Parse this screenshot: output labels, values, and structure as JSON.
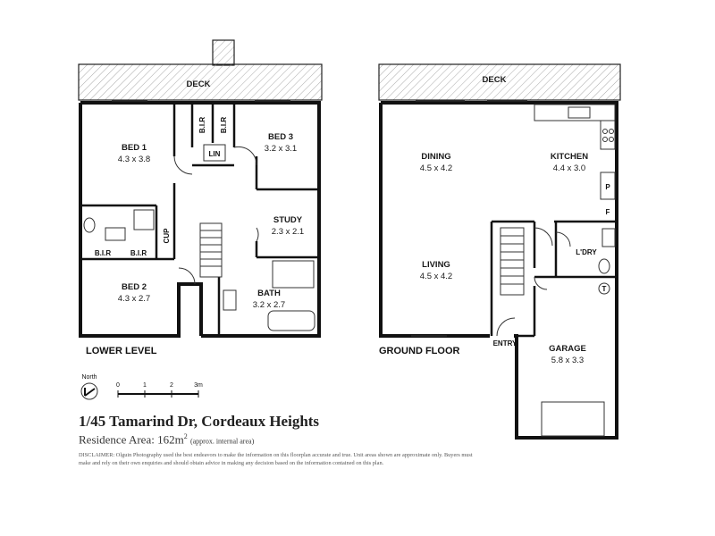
{
  "lower_level": {
    "heading": "LOWER LEVEL",
    "deck": "DECK",
    "rooms": [
      {
        "name": "BED 1",
        "size": "4.3 x 3.8"
      },
      {
        "name": "BED 3",
        "size": "3.2 x 3.1"
      },
      {
        "name": "STUDY",
        "size": "2.3 x 2.1"
      },
      {
        "name": "BED 2",
        "size": "4.3 x 2.7"
      },
      {
        "name": "BATH",
        "size": "3.2 x 2.7"
      }
    ],
    "small_labels": [
      "B.I.R",
      "B.I.R",
      "LIN",
      "CUP",
      "B.I.R",
      "B.I.R"
    ]
  },
  "ground_floor": {
    "heading": "GROUND FLOOR",
    "deck": "DECK",
    "rooms": [
      {
        "name": "DINING",
        "size": "4.5 x 4.2"
      },
      {
        "name": "KITCHEN",
        "size": "4.4 x 3.0"
      },
      {
        "name": "LIVING",
        "size": "4.5 x 4.2"
      },
      {
        "name": "GARAGE",
        "size": "5.8 x 3.3"
      }
    ],
    "small_labels": {
      "pantry": "P",
      "fridge": "F",
      "laundry": "L'DRY",
      "tank": "T",
      "entry": "ENTRY"
    }
  },
  "scale": {
    "north": "North",
    "ticks": [
      "0",
      "1",
      "2",
      "3m"
    ]
  },
  "footer": {
    "address": "1/45 Tamarind Dr, Cordeaux Heights",
    "area_label": "Residence Area: 162m",
    "area_unit_sup": "2",
    "area_note": "(approx. internal area)",
    "disclaimer": "DISCLAIMER: Olguin Photography used the best endeavors to make the information on this floorplan accurate and true. Unit areas shown are approximate only. Buyers must make and rely on their own enquiries and should obtain advice in making any decision based on the information contained on this plan."
  }
}
